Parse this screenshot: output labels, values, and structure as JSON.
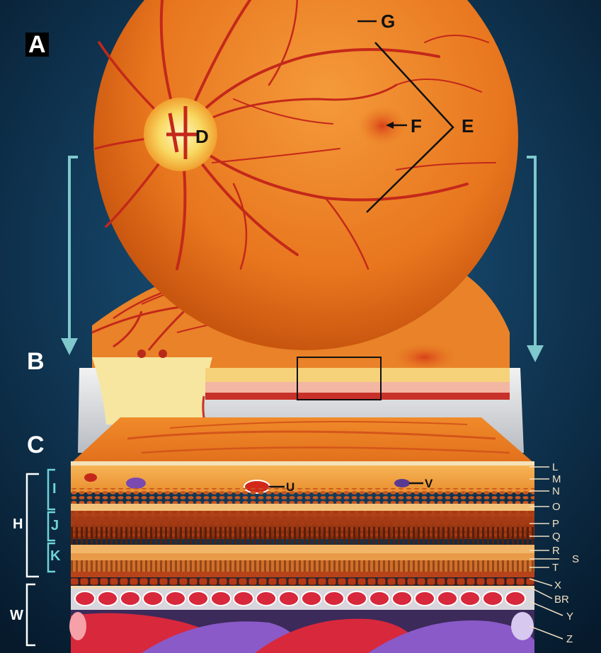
{
  "panels": {
    "a": "A",
    "b": "B",
    "c": "C"
  },
  "fundus": {
    "d": "D",
    "e": "E",
    "f": "F",
    "g": "G"
  },
  "vessels": {
    "u": "U",
    "v": "V"
  },
  "left_brackets": {
    "h": "H",
    "i": "I",
    "j": "J",
    "k": "K",
    "w": "W"
  },
  "right_layers": {
    "l": "L",
    "m": "M",
    "n": "N",
    "o": "O",
    "p": "P",
    "q": "Q",
    "r": "R",
    "s": "S",
    "t": "T",
    "x": "X",
    "br": "BR",
    "y": "Y",
    "z": "Z"
  },
  "colors": {
    "background": "#0b2a44",
    "retina": "#e8761e",
    "vessel": "#c4281a",
    "arrow": "#7fc8cc"
  }
}
